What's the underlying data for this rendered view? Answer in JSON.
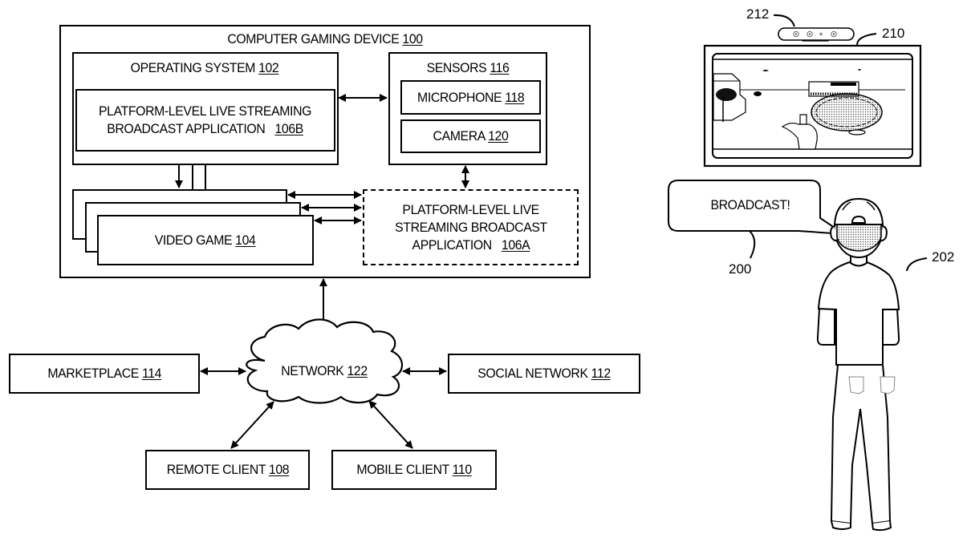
{
  "figure": {
    "computer_gaming_device": {
      "label": "COMPUTER GAMING DEVICE",
      "ref": "100"
    },
    "operating_system": {
      "label": "OPERATING SYSTEM",
      "ref": "102"
    },
    "platform_app_b": {
      "line1": "PLATFORM-LEVEL LIVE STREAMING",
      "line2": "BROADCAST APPLICATION",
      "ref": "106B"
    },
    "sensors": {
      "label": "SENSORS",
      "ref": "116"
    },
    "microphone": {
      "label": "MICROPHONE",
      "ref": "118"
    },
    "camera": {
      "label": "CAMERA",
      "ref": "120"
    },
    "video_game": {
      "label": "VIDEO GAME",
      "ref": "104"
    },
    "platform_app_a": {
      "line1": "PLATFORM-LEVEL LIVE",
      "line2": "STREAMING BROADCAST",
      "line3": "APPLICATION",
      "ref": "106A"
    },
    "network": {
      "label": "NETWORK",
      "ref": "122"
    },
    "marketplace": {
      "label": "MARKETPLACE",
      "ref": "114"
    },
    "social_network": {
      "label": "SOCIAL NETWORK",
      "ref": "112"
    },
    "remote_client": {
      "label": "REMOTE CLIENT",
      "ref": "108"
    },
    "mobile_client": {
      "label": "MOBILE CLIENT",
      "ref": "110"
    }
  },
  "illustration": {
    "speech_bubble": "BROADCAST!",
    "callouts": {
      "speech": "200",
      "user": "202",
      "display": "210",
      "sensor_bar": "212"
    }
  }
}
